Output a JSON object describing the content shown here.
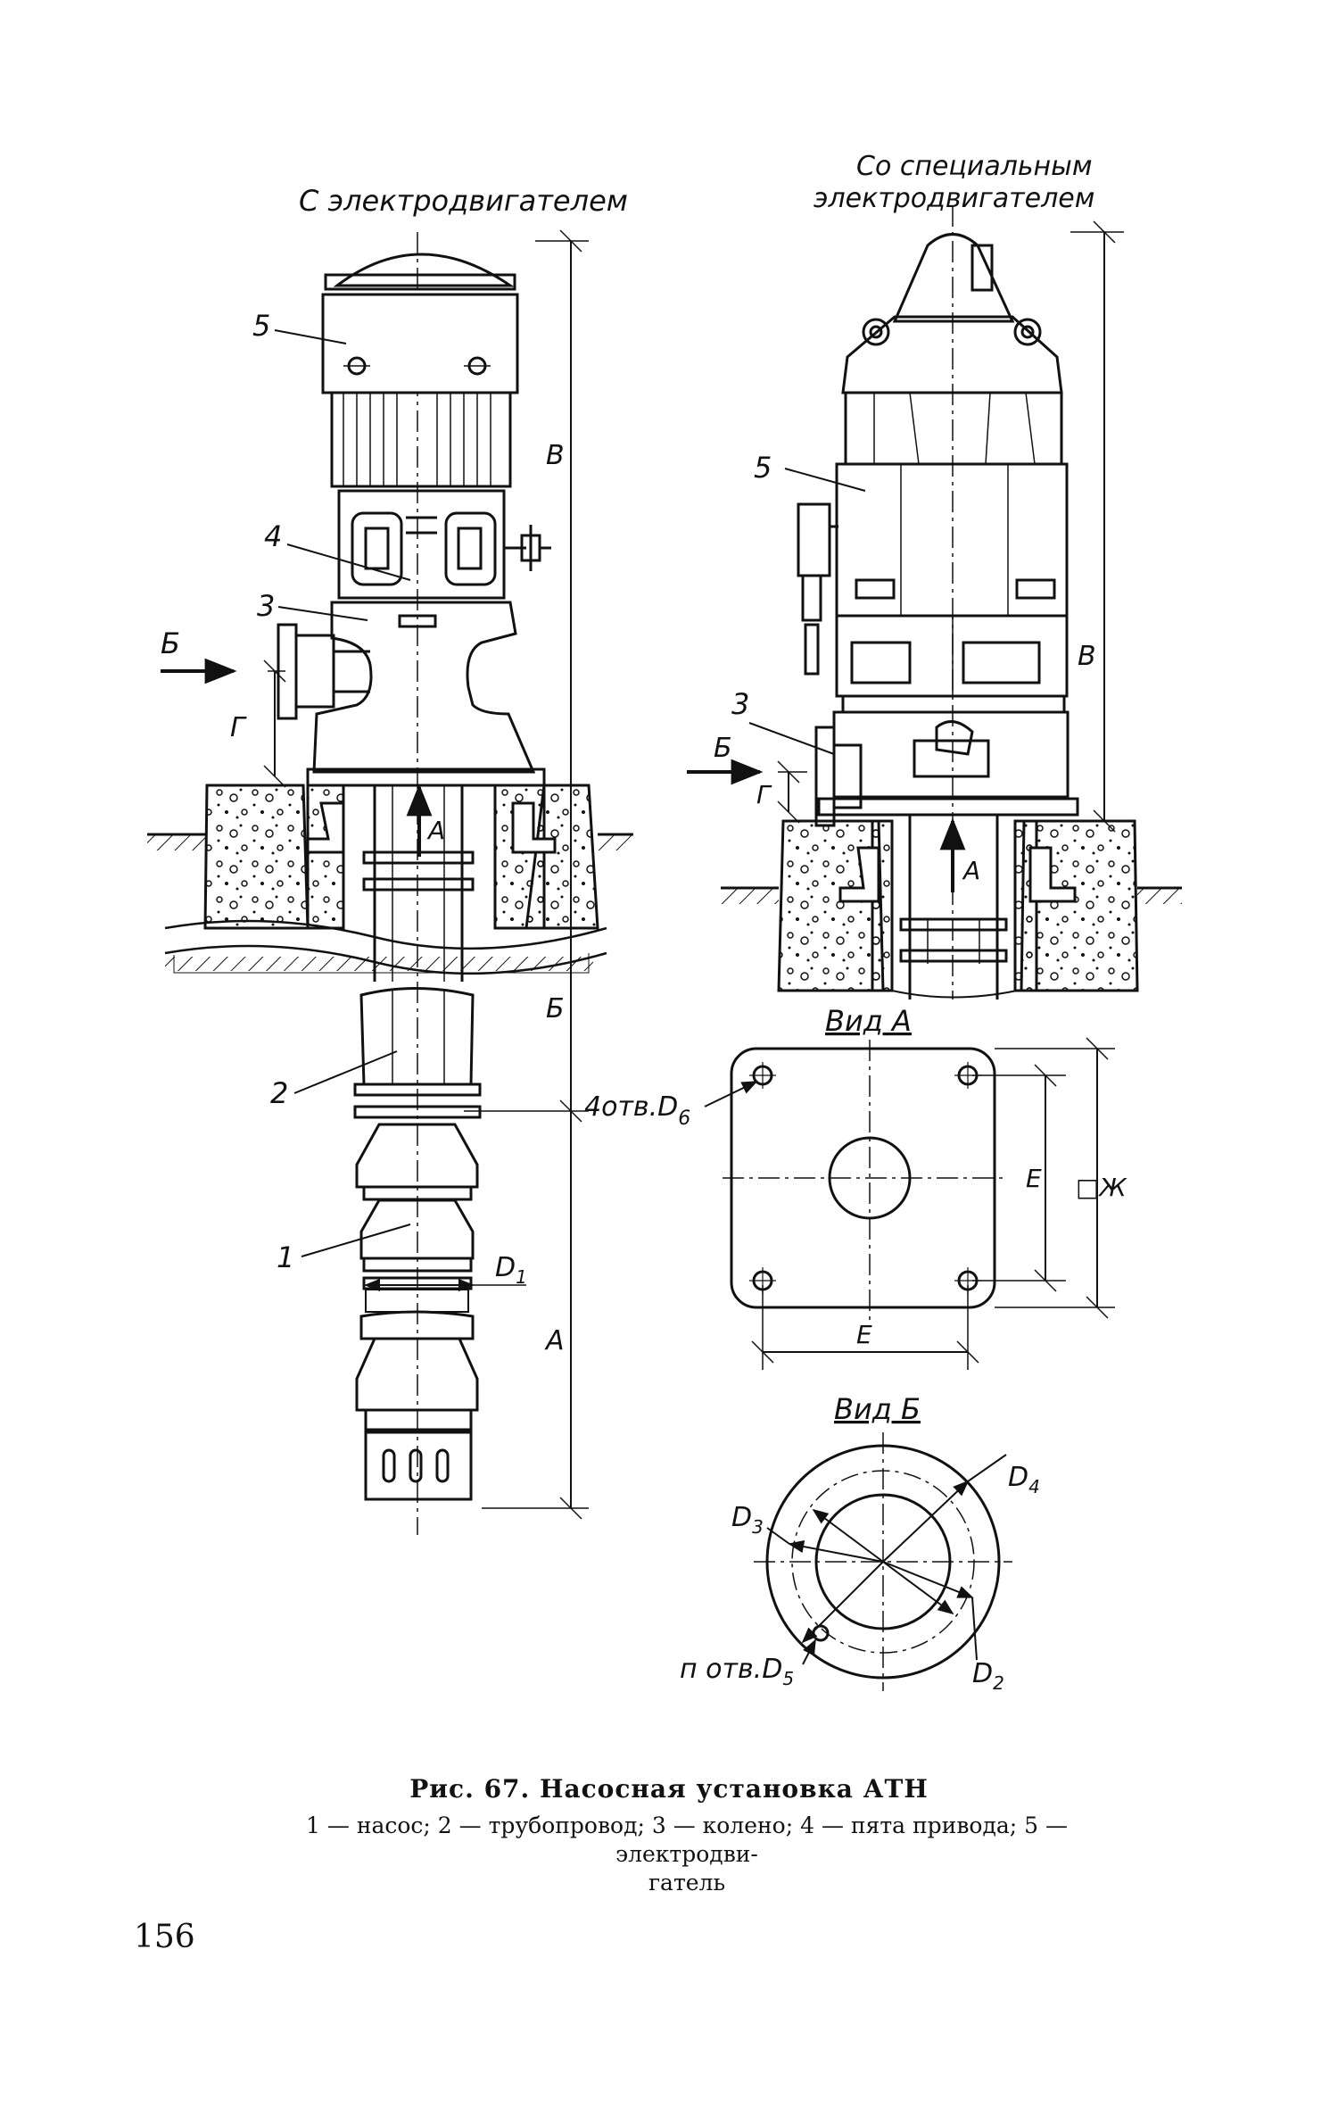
{
  "views": {
    "left_title": "С электродвигателем",
    "right_title_line1": "Со специальным",
    "right_title_line2": "электродвигателем",
    "view_a_title": "Вид А",
    "view_b_title": "Вид Б"
  },
  "callouts": {
    "left": [
      "5",
      "4",
      "3",
      "2",
      "1"
    ],
    "right": [
      "5",
      "3"
    ]
  },
  "dimensions": {
    "left_top": "В",
    "left_middle": "Б",
    "left_bottom": "А",
    "left_g": "Г",
    "left_arrow_b": "Б",
    "left_flow": "А",
    "d1": "D",
    "d1_sub": "1",
    "right_top": "В",
    "right_g": "Г",
    "right_arrow_b": "Б",
    "right_flow": "А",
    "holes_a": "4отв.D",
    "holes_a_sub": "6",
    "square_e_vertical": "Е",
    "square_zh": "□Ж",
    "square_e_horizontal": "Е",
    "d2": "D",
    "d2_sub": "2",
    "d3": "D",
    "d3_sub": "3",
    "d4": "D",
    "d4_sub": "4",
    "holes_b": "п отв.D",
    "holes_b_sub": "5"
  },
  "caption": {
    "title": "Рис. 67. Насосная установка АТН",
    "legend_line1": "1 — насос;  2 — трубопровод;  3 — колено;  4 — пята привода;  5 — электродви-",
    "legend_line2": "гатель"
  },
  "page_number": "156"
}
